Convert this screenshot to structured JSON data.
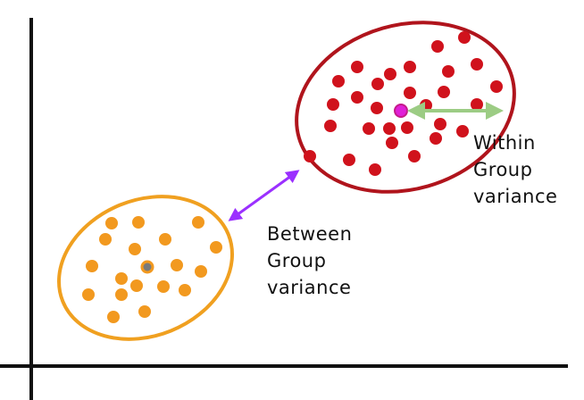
{
  "labels": {
    "within": [
      "Within",
      "Group",
      "variance"
    ],
    "between": [
      "Between",
      "Group",
      "variance"
    ]
  },
  "colors": {
    "axis": "#111111",
    "group_a_outline": "#f0a020",
    "group_a_points": "#f2991f",
    "group_a_centroid_fill": "#7a7a7a",
    "group_b_outline": "#b0141c",
    "group_b_points": "#d0121c",
    "group_b_centroid": "#e020d8",
    "between_arrow": "#9b30ff",
    "within_arrow": "#9ccc84"
  },
  "icons": {
    "between_arrow": "double-headed-arrow",
    "within_arrow": "double-headed-arrow"
  }
}
